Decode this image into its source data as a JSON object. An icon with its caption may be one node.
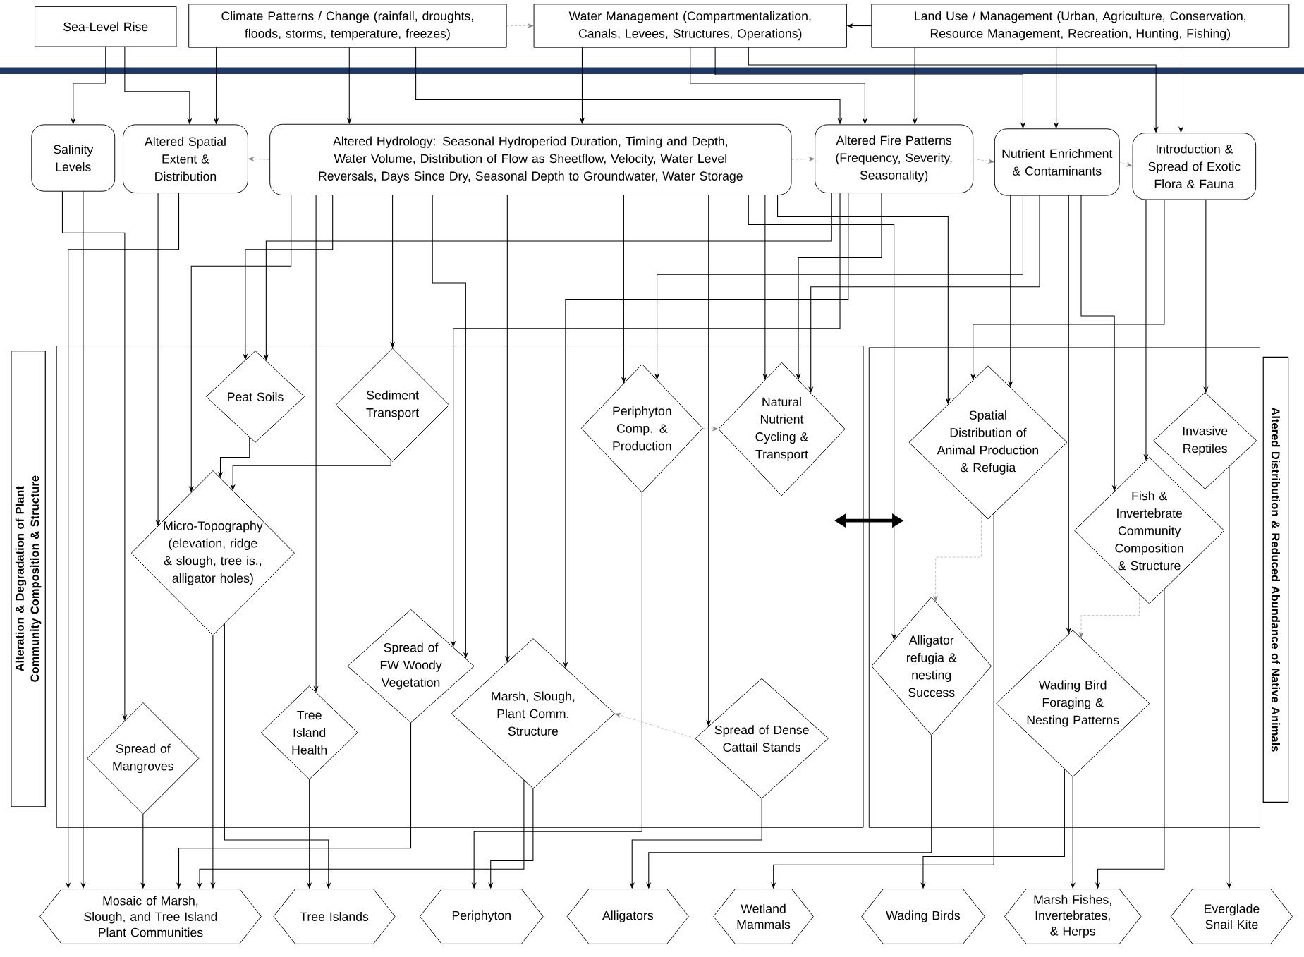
{
  "diagram": {
    "nodes": [
      {
        "text": [
          "Sea-Level Rise"
        ]
      },
      {
        "text": [
          "Climate Patterns / Change (rainfall, droughts, floods, storms, temperature, freezes)"
        ]
      },
      {
        "text": [
          "Water Management (Compartmentalization, Canals, Levees, Structures, Operations)"
        ]
      },
      {
        "text": [
          "Land Use / Management (Urban, Agriculture, Conservation, Resource Management, Recreation, Hunting, Fishing)"
        ]
      },
      {
        "text": [
          "Salinity Levels"
        ]
      },
      {
        "text": [
          "Altered Spatial Extent & Distribution"
        ]
      },
      {
        "text": [
          "Altered Hydrology: Seasonal Hydroperiod Duration, Timing and Depth, Water Volume, Distribution of Flow as Sheetflow, Velocity, Water Level Reversals, Days Since Dry, Seasonal Depth to Groundwater, Water Storage"
        ]
      },
      {
        "text": [
          "Altered Fire Patterns (Frequency, Severity, Seasonality)"
        ]
      },
      {
        "text": [
          "Nutrient Enrichment & Contaminants"
        ]
      },
      {
        "text": [
          "Introduction & Spread of Exotic Flora & Fauna"
        ]
      },
      {
        "text": [
          "Alteration & Degradation of Plant Community Composition & Structure"
        ]
      },
      {
        "text": [],
        "shape": "box"
      },
      {
        "text": [],
        "shape": "box"
      },
      {
        "text": [
          "Altered Distribution & Reduced Abundance of Native Animals"
        ]
      },
      {
        "text": [
          "Peat Soils"
        ],
        "in": 11
      },
      {
        "text": [
          "Sediment Transport"
        ],
        "in": 11
      },
      {
        "text": [
          "Micro-Topography (elevation, ridge & slough, tree is., alligator holes)"
        ],
        "in": 11
      },
      {
        "text": [
          "Periphyton Comp. & Production"
        ],
        "in": 11
      },
      {
        "text": [
          "Natural Nutrient Cycling & Transport"
        ],
        "in": 11
      },
      {
        "text": [
          "Spread of FW Woody Vegetation"
        ],
        "in": 11
      },
      {
        "text": [
          "Marsh, Slough, Plant Comm. Structure"
        ],
        "in": 11
      },
      {
        "text": [
          "Tree Island Health"
        ],
        "in": 11
      },
      {
        "text": [
          "Spread of Mangroves"
        ],
        "in": 11
      },
      {
        "text": [
          "Spread of Dense Cattail Stands"
        ],
        "in": 11
      },
      {
        "text": [
          "Spatial Distribution of Animal Production & Refugia"
        ],
        "in": 12
      },
      {
        "text": [
          "Invasive Reptiles"
        ],
        "in": 12
      },
      {
        "text": [
          "Fish & Invertebrate Community Composition & Structure"
        ],
        "in": 12
      },
      {
        "text": [
          "Alligator refugia & nesting Success"
        ],
        "in": 12
      },
      {
        "text": [
          "Wading Bird Foraging & Nesting Patterns"
        ],
        "in": 12
      },
      {
        "text": [
          "Mosaic of Marsh, Slough, and Tree Island Plant Communities"
        ]
      },
      {
        "text": [
          "Tree Islands"
        ]
      },
      {
        "text": [
          "Periphyton"
        ]
      },
      {
        "text": [
          "Alligators"
        ]
      },
      {
        "text": [
          "Wetland Mammals"
        ]
      },
      {
        "text": [
          "Wading Birds"
        ]
      },
      {
        "text": [
          "Marsh Fishes, Invertebrates, & Herps"
        ]
      },
      {
        "text": [
          "Everglade Snail Kite"
        ]
      }
    ],
    "edges": [
      {
        "from": 0,
        "to": 4,
        "arrow": "to"
      },
      {
        "from": 0,
        "to": 5,
        "arrow": "to"
      },
      {
        "from": 1,
        "to": 5,
        "arrow": "to"
      },
      {
        "from": 1,
        "to": 6,
        "arrow": "to"
      },
      {
        "from": 1,
        "to": 7,
        "arrow": "to"
      },
      {
        "from": 1,
        "to": 2,
        "arrow": "to",
        "style": "dashed",
        "color": "#808080"
      },
      {
        "from": 3,
        "to": 2,
        "arrow": "to"
      },
      {
        "from": 2,
        "to": 6,
        "arrow": "to"
      },
      {
        "from": 2,
        "to": 7,
        "arrow": "to"
      },
      {
        "from": 2,
        "to": 8,
        "arrow": "to"
      },
      {
        "from": 2,
        "to": 9,
        "arrow": "to"
      },
      {
        "from": 3,
        "to": 7,
        "arrow": "to"
      },
      {
        "from": 3,
        "to": 8,
        "arrow": "to"
      },
      {
        "from": 3,
        "to": 9,
        "arrow": "to"
      },
      {
        "from": 6,
        "to": 5,
        "arrow": "to",
        "style": "dashed",
        "color": "#808080"
      },
      {
        "from": 6,
        "to": 7,
        "arrow": "to",
        "style": "dashed",
        "color": "#808080"
      },
      {
        "from": 7,
        "to": 8,
        "arrow": "to",
        "style": "dashed",
        "color": "#808080"
      },
      {
        "from": 8,
        "to": 9,
        "arrow": "to",
        "style": "dashed",
        "color": "#808080"
      },
      {
        "from": 4,
        "to": 22,
        "arrow": "to"
      },
      {
        "from": 4,
        "to": 29,
        "arrow": "to"
      },
      {
        "from": 5,
        "to": 16,
        "arrow": "to"
      },
      {
        "from": 5,
        "to": 29,
        "arrow": "to"
      },
      {
        "from": 6,
        "to": 14,
        "arrow": "to"
      },
      {
        "from": 6,
        "to": 15,
        "arrow": "to"
      },
      {
        "from": 6,
        "to": 16,
        "arrow": "to"
      },
      {
        "from": 6,
        "to": 17,
        "arrow": "to"
      },
      {
        "from": 6,
        "to": 18,
        "arrow": "to"
      },
      {
        "from": 6,
        "to": 19,
        "arrow": "to"
      },
      {
        "from": 6,
        "to": 20,
        "arrow": "to"
      },
      {
        "from": 6,
        "to": 21,
        "arrow": "to"
      },
      {
        "from": 6,
        "to": 23,
        "arrow": "to"
      },
      {
        "from": 6,
        "to": 24,
        "arrow": "to"
      },
      {
        "from": 6,
        "to": 27,
        "arrow": "to"
      },
      {
        "from": 7,
        "to": 14,
        "arrow": "to"
      },
      {
        "from": 7,
        "to": 20,
        "arrow": "to"
      },
      {
        "from": 7,
        "to": 18,
        "arrow": "to"
      },
      {
        "from": 7,
        "to": 19,
        "arrow": "to"
      },
      {
        "from": 8,
        "to": 17,
        "arrow": "to"
      },
      {
        "from": 8,
        "to": 18,
        "arrow": "to"
      },
      {
        "from": 8,
        "to": 24,
        "arrow": "to"
      },
      {
        "from": 8,
        "to": 26,
        "arrow": "to"
      },
      {
        "from": 8,
        "to": 28,
        "arrow": "to"
      },
      {
        "from": 9,
        "to": 25,
        "arrow": "to"
      },
      {
        "from": 9,
        "to": 26,
        "arrow": "to"
      },
      {
        "from": 9,
        "to": 24,
        "arrow": "to"
      },
      {
        "from": 14,
        "to": 16,
        "arrow": "to"
      },
      {
        "from": 15,
        "to": 16,
        "arrow": "to"
      },
      {
        "from": 17,
        "to": 18,
        "arrow": "to",
        "style": "dashed",
        "color": "#808080"
      },
      {
        "from": 23,
        "to": 20,
        "arrow": "to",
        "style": "dashed",
        "color": "#808080"
      },
      {
        "from": 24,
        "to": 27,
        "arrow": "to",
        "style": "dashed",
        "color": "#808080"
      },
      {
        "from": 26,
        "to": 28,
        "arrow": "to",
        "style": "dashed",
        "color": "#808080"
      },
      {
        "from": 22,
        "to": 29,
        "arrow": "to"
      },
      {
        "from": 16,
        "to": 29,
        "arrow": "to"
      },
      {
        "from": 16,
        "to": 30,
        "arrow": "to"
      },
      {
        "from": 21,
        "to": 30,
        "arrow": "to"
      },
      {
        "from": 19,
        "to": 29,
        "arrow": "to"
      },
      {
        "from": 20,
        "to": 31,
        "arrow": "to"
      },
      {
        "from": 20,
        "to": 29,
        "arrow": "to"
      },
      {
        "from": 17,
        "to": 31,
        "arrow": "to"
      },
      {
        "from": 23,
        "to": 32,
        "arrow": "to"
      },
      {
        "from": 27,
        "to": 32,
        "arrow": "to"
      },
      {
        "from": 24,
        "to": 33,
        "arrow": "to"
      },
      {
        "from": 28,
        "to": 34,
        "arrow": "to"
      },
      {
        "from": 28,
        "to": 35,
        "arrow": "to"
      },
      {
        "from": 26,
        "to": 35,
        "arrow": "to"
      },
      {
        "from": 25,
        "to": 36,
        "arrow": "to"
      },
      {
        "from": 11,
        "to": 12,
        "arrow": "both",
        "style": "thick"
      }
    ]
  }
}
